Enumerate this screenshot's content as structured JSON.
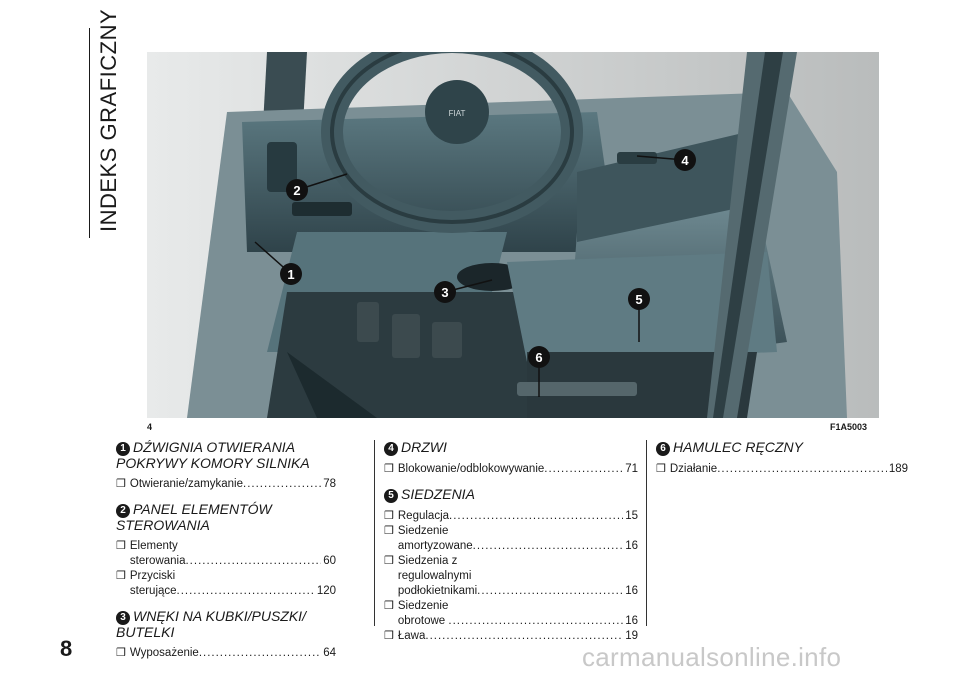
{
  "side_title": "INDEKS GRAFICZNY",
  "page_number": "8",
  "figure": {
    "number": "4",
    "code": "F1A5003",
    "callouts": [
      "1",
      "2",
      "3",
      "4",
      "5",
      "6"
    ],
    "steering_logo": "FIAT"
  },
  "bullet_glyph": "❒",
  "columns": [
    [
      {
        "num": "1",
        "title": "DŹWIGNIA OTWIERANIA\nPOKRYWY KOMORY SILNIKA",
        "items": [
          {
            "label": "Otwieranie/zamykanie",
            "page": "78"
          }
        ]
      },
      {
        "num": "2",
        "title": "PANEL ELEMENTÓW\nSTEROWANIA",
        "items": [
          {
            "label": "Elementy sterowania",
            "page": "60"
          },
          {
            "label": "Przyciski sterujące",
            "page": "120"
          }
        ]
      },
      {
        "num": "3",
        "title": "WNĘKI NA KUBKI/PUSZKI/\nBUTELKI",
        "items": [
          {
            "label": "Wyposażenie",
            "page": "64"
          }
        ]
      }
    ],
    [
      {
        "num": "4",
        "title": "DRZWI",
        "items": [
          {
            "label": "Blokowanie/odblokowywanie",
            "page": "71"
          }
        ]
      },
      {
        "num": "5",
        "title": "SIEDZENIA",
        "items": [
          {
            "label": "Regulacja",
            "page": "15"
          },
          {
            "label": "Siedzenie amortyzowane",
            "page": "16"
          },
          {
            "label": "Siedzenia z regulowalnymi\npodłokietnikami",
            "page": "16"
          },
          {
            "label": "Siedzenie obrotowe",
            "page": "16"
          },
          {
            "label": "Ława",
            "page": "19"
          }
        ]
      }
    ],
    [
      {
        "num": "6",
        "title": "HAMULEC RĘCZNY",
        "items": [
          {
            "label": "Działanie",
            "page": "189"
          }
        ]
      }
    ]
  ],
  "watermark": "carmanualsonline.info",
  "colors": {
    "text": "#1a1a1a",
    "interior": "#4d6a73",
    "watermark": "#c8c8c8"
  }
}
